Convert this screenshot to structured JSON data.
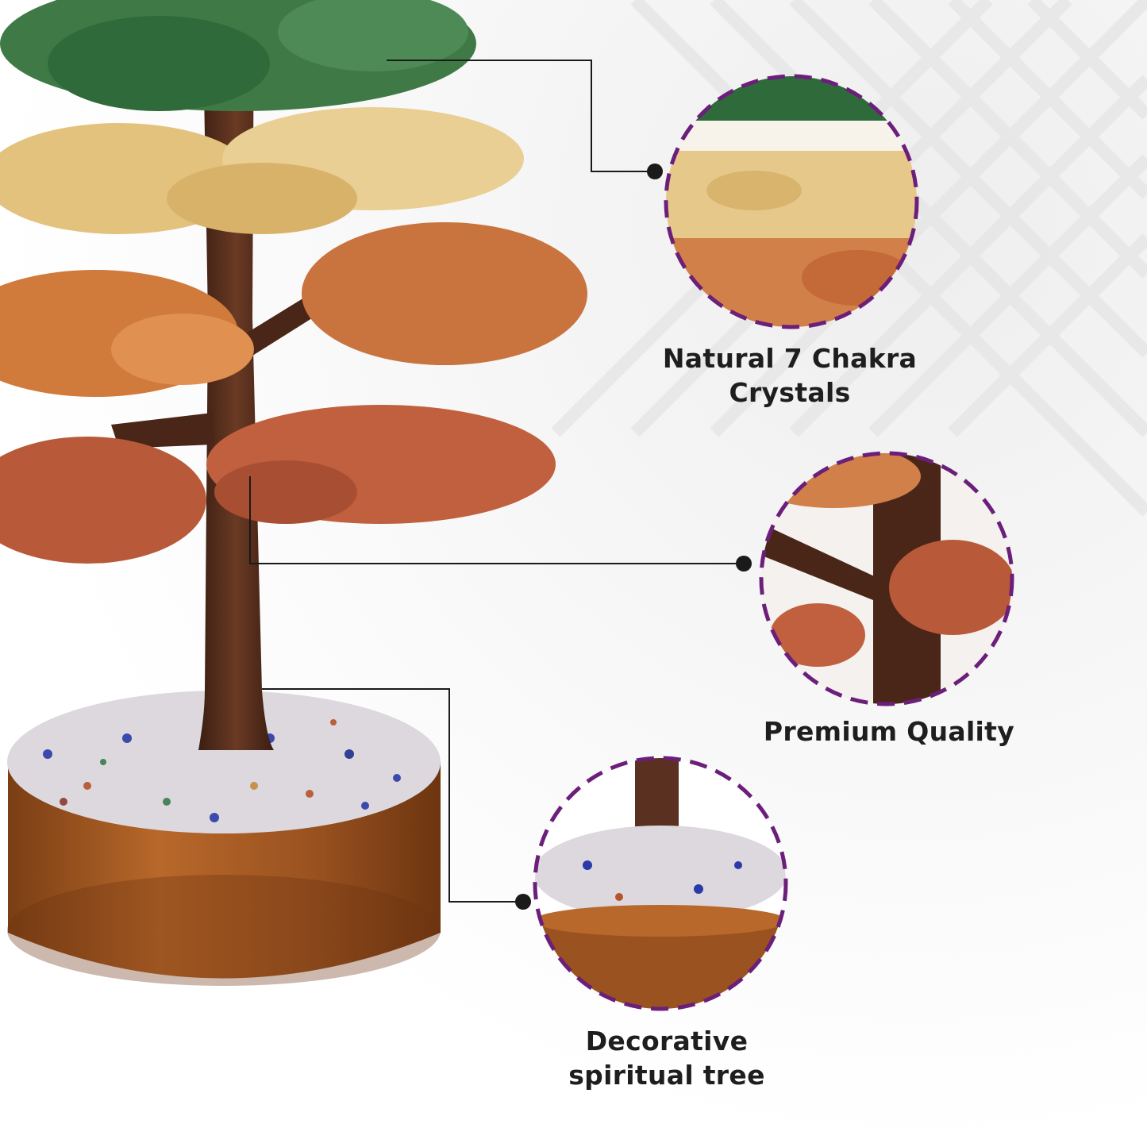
{
  "colors": {
    "accent": "#6b1f7a",
    "connector_line": "#1a1a1a",
    "text": "#1e1e1e"
  },
  "features": [
    {
      "line1": "Natural 7 Chakra",
      "line2": "Crystals"
    },
    {
      "line1": "Premium Quality"
    },
    {
      "line1": "Decorative",
      "line2": "spiritual tree"
    }
  ]
}
